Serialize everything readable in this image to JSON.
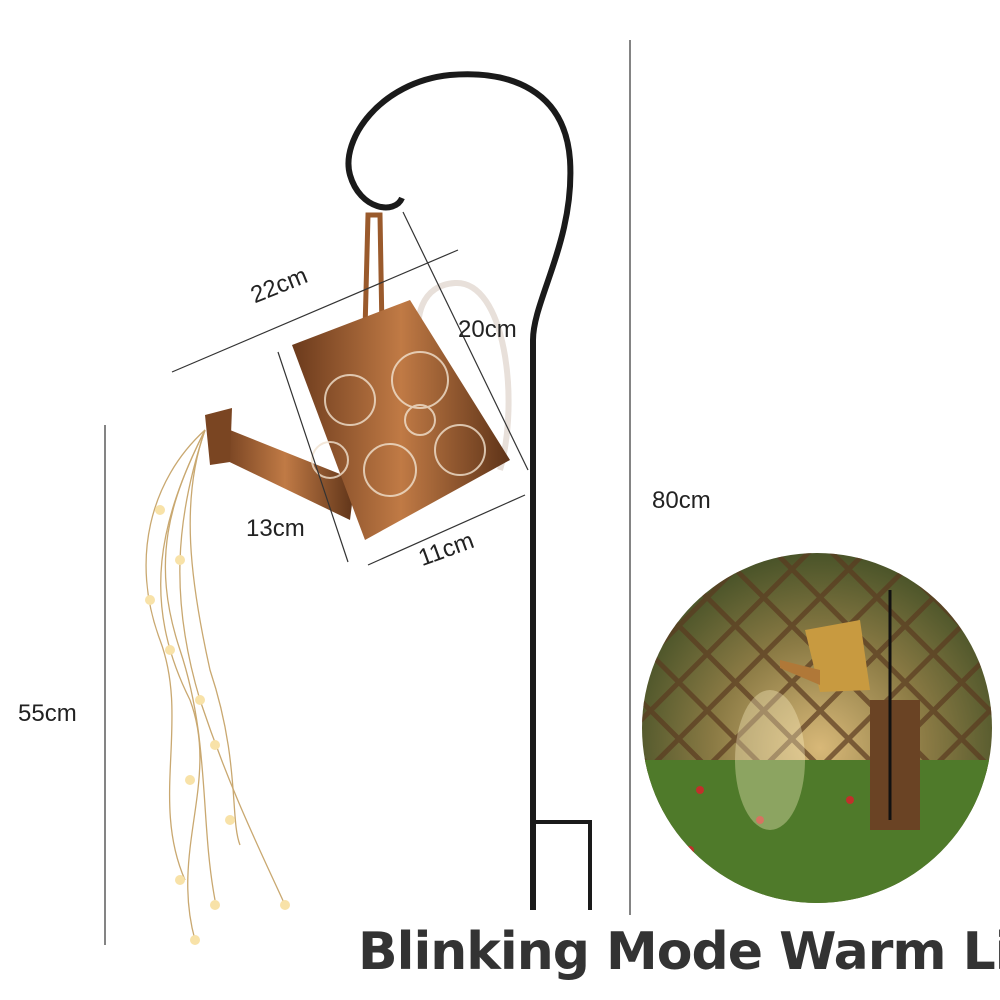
{
  "dimensions": {
    "width_top": "22cm",
    "height_can": "20cm",
    "height_side": "13cm",
    "width_bottom": "11cm",
    "height_total": "80cm",
    "light_length": "55cm"
  },
  "caption": "Blinking Mode Warm Light",
  "colors": {
    "copper": "#9a5a2c",
    "stake": "#1a1a1a",
    "warm_light": "#f6d9a0"
  }
}
